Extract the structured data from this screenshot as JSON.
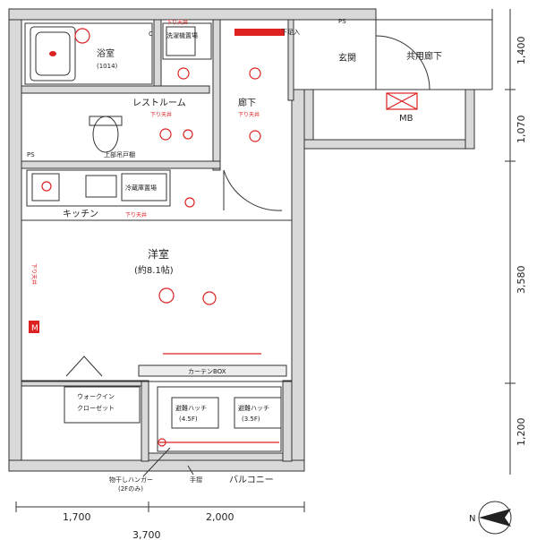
{
  "rooms": {
    "bathroom": "浴室",
    "bathroom_size": "(1014)",
    "washroom": "洗濯機置場",
    "restroom": "レストルーム",
    "hallway": "廊下",
    "entrance": "玄関",
    "common_hallway": "共用廊下",
    "kitchen": "キッチン",
    "fridge": "冷蔵庫置場",
    "western_room": "洋室",
    "western_room_size": "(約8.1帖)",
    "walk_in_closet_1": "ウォークイン",
    "walk_in_closet_2": "クローゼット",
    "balcony": "バルコニー"
  },
  "annotations": {
    "mb": "MB",
    "ps_top": "PS",
    "ps_left": "PS",
    "getabako": "下足入",
    "sagari_1": "下り天井",
    "sagari_2": "下り天井",
    "sagari_3": "下り天井",
    "sagari_4": "下り天井",
    "sagari_5": "下り天井",
    "curtain_box": "カーテンBOX",
    "hanger_rail": "上部吊戸棚",
    "emergency_hatch_1": "避難ハッチ",
    "emergency_hatch_1_size": "(4.5F)",
    "emergency_hatch_2": "避難ハッチ",
    "emergency_hatch_2_size": "(3.5F)",
    "hanger": "物干しハンガー",
    "hanger_floor": "(2Fのみ)",
    "handrail": "手摺",
    "m_mark": "M",
    "c_mark": "C"
  },
  "dimensions": {
    "right": [
      "1,400",
      "1,070",
      "3,580",
      "1,200"
    ],
    "bottom_left": "1,700",
    "bottom_right": "2,000",
    "bottom_total": "3,700"
  },
  "compass": {
    "label": "N"
  }
}
